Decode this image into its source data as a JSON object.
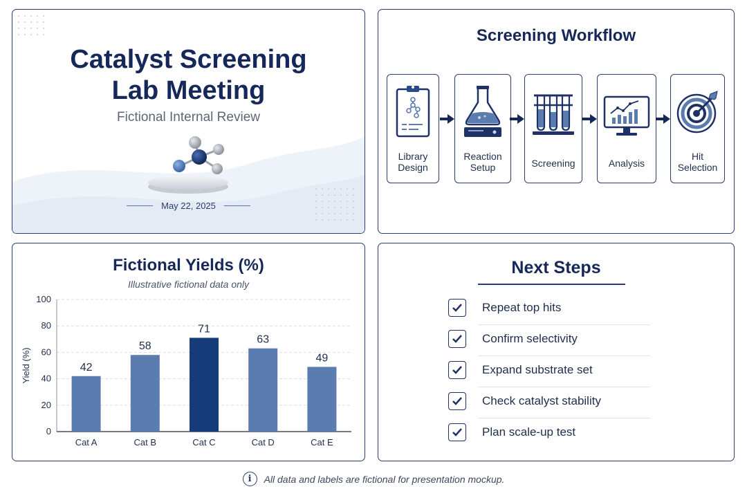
{
  "title_panel": {
    "title_line1": "Catalyst Screening",
    "title_line2": "Lab Meeting",
    "subtitle": "Fictional Internal Review",
    "date": "May 22, 2025",
    "icon": "molecule-icon"
  },
  "workflow": {
    "title": "Screening Workflow",
    "steps": [
      {
        "line1": "Library",
        "line2": "Design",
        "icon": "clipboard-icon"
      },
      {
        "line1": "Reaction",
        "line2": "Setup",
        "icon": "flask-icon"
      },
      {
        "line1": "Screening",
        "line2": "",
        "icon": "test-tubes-icon"
      },
      {
        "line1": "Analysis",
        "line2": "",
        "icon": "monitor-chart-icon"
      },
      {
        "line1": "Hit",
        "line2": "Selection",
        "icon": "target-icon"
      }
    ]
  },
  "chart_panel": {
    "title": "Fictional Yields (%)",
    "subtitle": "Illustrative fictional data only"
  },
  "chart_data": {
    "type": "bar",
    "title": "Fictional Yields (%)",
    "subtitle": "Illustrative fictional data only",
    "categories": [
      "Cat A",
      "Cat B",
      "Cat C",
      "Cat D",
      "Cat E"
    ],
    "values": [
      42,
      58,
      71,
      63,
      49
    ],
    "highlight_index": 2,
    "xlabel": "",
    "ylabel": "Yield (%)",
    "ylim": [
      0,
      100
    ],
    "yticks": [
      0,
      20,
      40,
      60,
      80,
      100
    ],
    "grid": true,
    "colors": {
      "bar": "#5b7cae",
      "highlight": "#153b7a",
      "grid": "#d9dde6"
    }
  },
  "next_steps": {
    "title": "Next Steps",
    "items": [
      "Repeat top hits",
      "Confirm selectivity",
      "Expand substrate set",
      "Check catalyst stability",
      "Plan scale-up test"
    ]
  },
  "footnote": {
    "icon": "info-icon",
    "text": "All data and labels are fictional for presentation mockup."
  },
  "colors": {
    "navy": "#16285a",
    "accent": "#2b3d70"
  }
}
